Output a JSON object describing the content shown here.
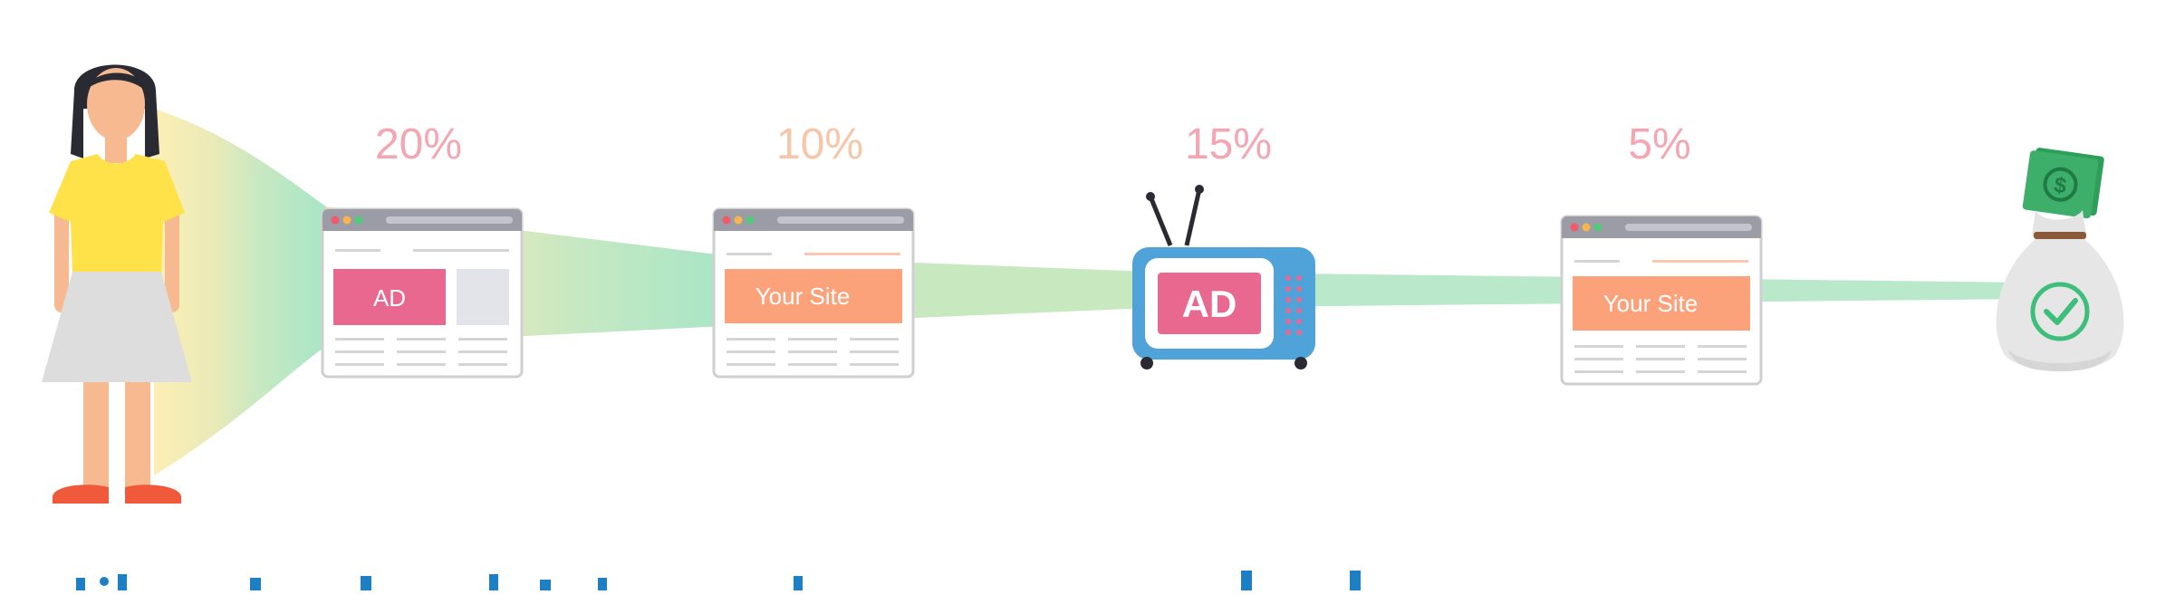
{
  "colors": {
    "percent_text": "#F2A7B3",
    "funnel_yellow": "#FCEFB5",
    "funnel_green": "#B8E6C4",
    "ad_pink": "#E8688F",
    "your_site_orange": "#FCA27A",
    "tv_blue": "#4FA3D8",
    "money_green": "#3DAF6A",
    "bottom_text_blue": "#1E7FC4"
  },
  "steps": [
    {
      "percent": "20%",
      "kind": "browser-ad",
      "label": "AD"
    },
    {
      "percent": "10%",
      "kind": "browser-site",
      "label": "Your Site"
    },
    {
      "percent": "15%",
      "kind": "tv-ad",
      "label": "AD"
    },
    {
      "percent": "5%",
      "kind": "browser-site",
      "label": "Your Site"
    }
  ],
  "icons": {
    "person": "woman-icon",
    "tv": "tv-icon",
    "money": "money-bag-icon",
    "check": "check-circle-icon"
  }
}
